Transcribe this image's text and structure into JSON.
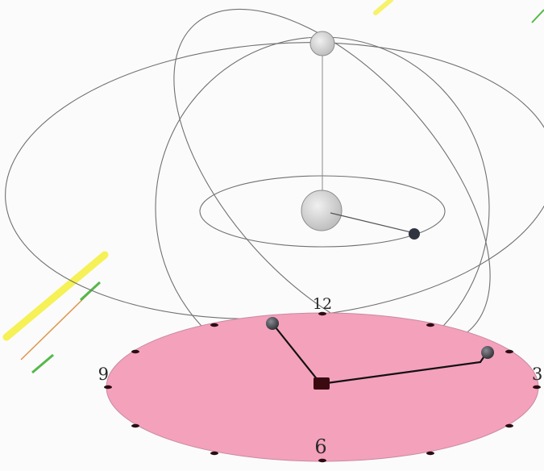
{
  "clock": {
    "labels": {
      "twelve": "12",
      "three": "3",
      "six": "6",
      "nine": "9"
    },
    "face_color": "#f4a1bc",
    "hour_marker_color": "#2a0d12",
    "center_color": "#3a0a10"
  },
  "hands": {
    "color": "#111111",
    "knob_color": "#404048"
  },
  "orbits": {
    "line_color": "#707070",
    "sun_color": "#dcdcdc",
    "planet_color": "#2f3440"
  },
  "accents": {
    "yellow": "#f5f03a",
    "green": "#55b84a",
    "orange": "#e0944a"
  }
}
